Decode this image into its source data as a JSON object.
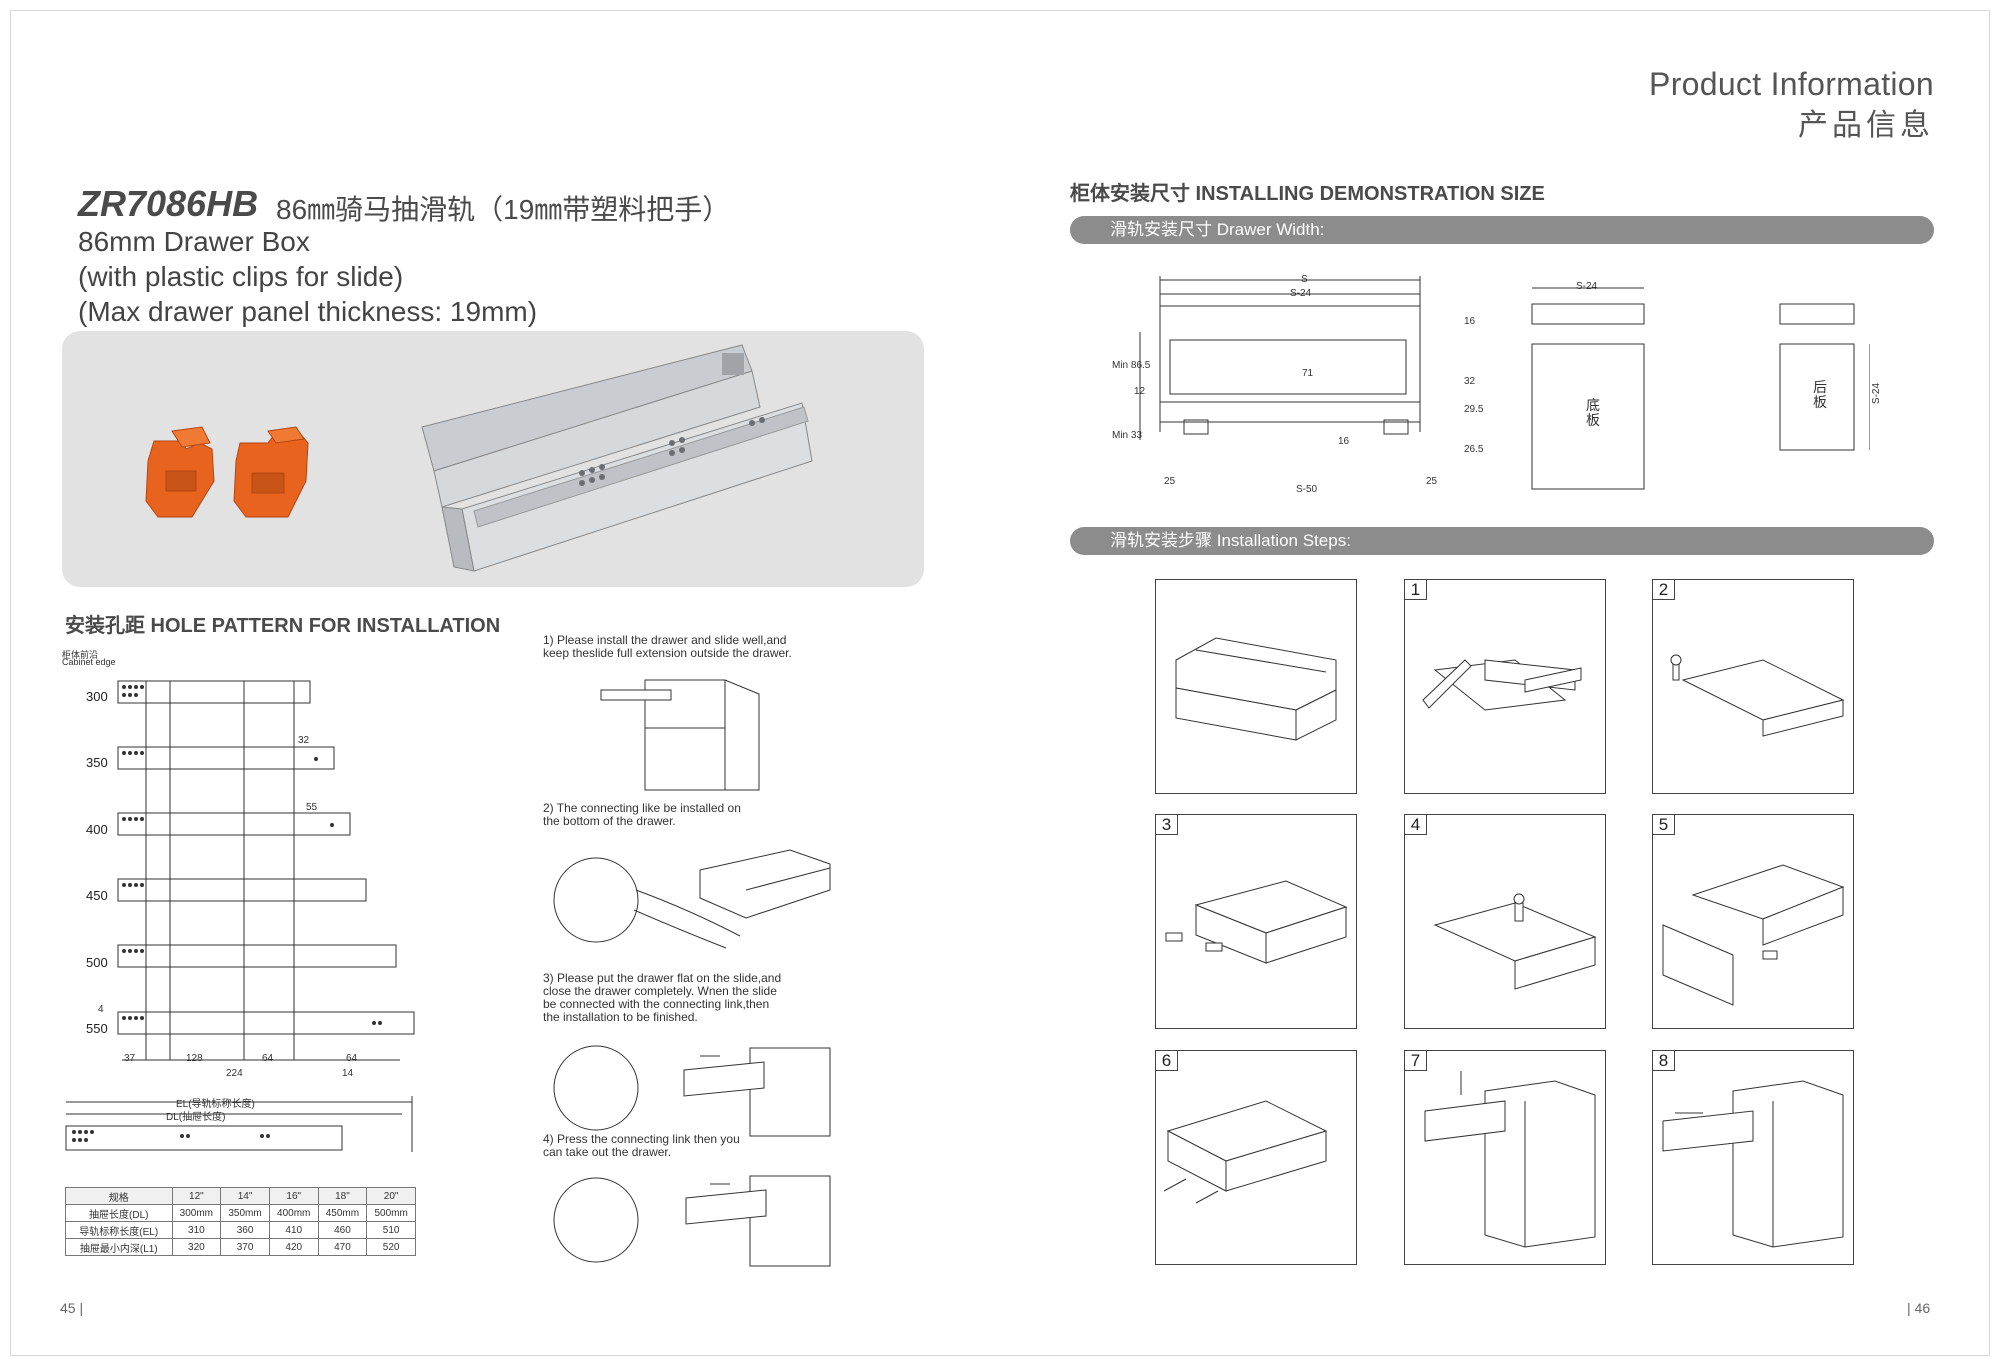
{
  "header": {
    "title": "Product Information",
    "subtitle": "产品信息"
  },
  "product": {
    "model": "ZR7086HB",
    "name_cn": "86㎜骑马抽滑轨（19㎜带塑料把手）",
    "name_en": "86mm Drawer Box",
    "clips": "(with plastic clips for slide)",
    "thickness": "(Max drawer panel thickness: 19mm)"
  },
  "hole_pattern": {
    "title": "安装孔距  HOLE PATTERN FOR INSTALLATION",
    "edge_cn": "柜体前沿",
    "edge_en": "Cabinet edge",
    "rows": [
      "300",
      "350",
      "400",
      "450",
      "500",
      "550"
    ],
    "dims": [
      "32",
      "55",
      "4",
      "37",
      "128",
      "224",
      "64",
      "64",
      "14"
    ],
    "el_label": "EL(导轨标称长度)",
    "dl_label": "DL(抽屉长度)"
  },
  "spec_table": {
    "header": [
      "规格",
      "12\"",
      "14\"",
      "16\"",
      "18\"",
      "20\""
    ],
    "rows": [
      [
        "抽屉长度(DL)",
        "300mm",
        "350mm",
        "400mm",
        "450mm",
        "500mm"
      ],
      [
        "导轨标称长度(EL)",
        "310",
        "360",
        "410",
        "460",
        "510"
      ],
      [
        "抽屉最小内深(L1)",
        "320",
        "370",
        "420",
        "470",
        "520"
      ]
    ]
  },
  "notes": {
    "n1": [
      "1) Please install the drawer and slide well,and",
      "keep theslide full extension outside the drawer."
    ],
    "n2": [
      "2) The connecting like be installed on",
      "the bottom of the drawer."
    ],
    "n3": [
      "3) Please put the drawer flat on the slide,and",
      "close the drawer completely. Wnen the slide",
      "be connected with the connecting link,then",
      "the installation to be finished."
    ],
    "n4": [
      "4) Press the connecting link then you",
      "can take out the drawer."
    ]
  },
  "installing": {
    "title": "柜体安装尺寸 INSTALLING DEMONSTRATION SIZE",
    "bar_width": "滑轨安装尺寸 Drawer Width:",
    "bar_steps": "滑轨安装步骤 Installation Steps:",
    "dims": [
      "S",
      "S-24",
      "16",
      "71",
      "32",
      "29.5",
      "26.5",
      "16",
      "Min 86.5",
      "12",
      "Min 33",
      "25",
      "S-50",
      "25",
      "S-24",
      "S-24"
    ],
    "panel_bottom": "底板",
    "panel_back": "后板"
  },
  "steps": [
    "",
    "1",
    "2",
    "3",
    "4",
    "5",
    "6",
    "7",
    "8"
  ],
  "footer": {
    "left_page": "45 |",
    "right_page": "| 46"
  },
  "colors": {
    "clip_orange": "#e8641e",
    "bar_gray": "#8c8c8c",
    "hero_bg": "#e2e2e2"
  }
}
